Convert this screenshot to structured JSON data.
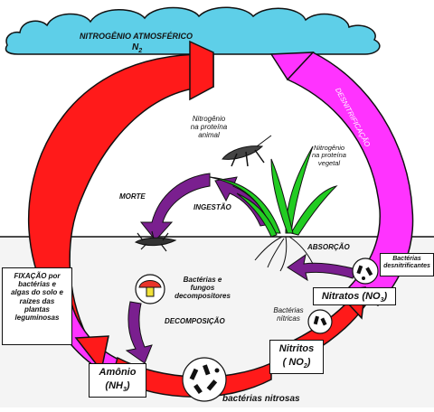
{
  "sky": {
    "title": "NITROGÊNIO ATMOSFÉRICO",
    "formula_main": "N",
    "formula_sub": "2"
  },
  "arcs": {
    "left_label": "FIXAÇÃO",
    "right_label": "DESNITRIFICAÇÃO"
  },
  "labels": {
    "animal_protein": [
      "Nitrogênio",
      "na proteína",
      "animal"
    ],
    "plant_protein": [
      "Nitrogênio",
      "na proteína",
      "vegetal"
    ],
    "death": "MORTE",
    "ingestion": "INGESTÃO",
    "absorption": "ABSORÇÃO",
    "decomposers": [
      "Bactérias e",
      "fungos",
      "decompositores"
    ],
    "decomposition": "DECOMPOSIÇÃO",
    "nitric_bacteria": [
      "Bactérias",
      "nítricas"
    ],
    "denitrifying_bacteria": [
      "Bactérias",
      "desnitrificantes"
    ],
    "nitrous_bacteria": "bactérias nitrosas"
  },
  "boxes": {
    "fixation_text": [
      "FIXAÇÃO por",
      "bactérias e",
      "algas do solo e",
      "raízes das",
      "plantas",
      "leguminosas"
    ],
    "nitrates_main": "Nitratos (NO",
    "nitrates_sub": "3",
    "nitrates_end": ")",
    "nitrites_line1": "Nitritos",
    "nitrites_main": "( NO",
    "nitrites_sub": "2",
    "nitrites_end": ")",
    "ammonium_line1": "Amônio",
    "ammonium_main": "(NH",
    "ammonium_sub": "3",
    "ammonium_end": ")"
  },
  "colors": {
    "cloud": "#5ecfe8",
    "fixation_arc": "#ff1a1a",
    "denitrification_arc": "#ff33ff",
    "inner_arrows": "#7a1f8f",
    "plant": "#22cc22",
    "ground": "#111111"
  },
  "icons": [
    "cloud-icon",
    "grasshopper-icon",
    "plant-icon",
    "mushroom-icon",
    "dead-insect-icon",
    "bacteria-icon"
  ]
}
